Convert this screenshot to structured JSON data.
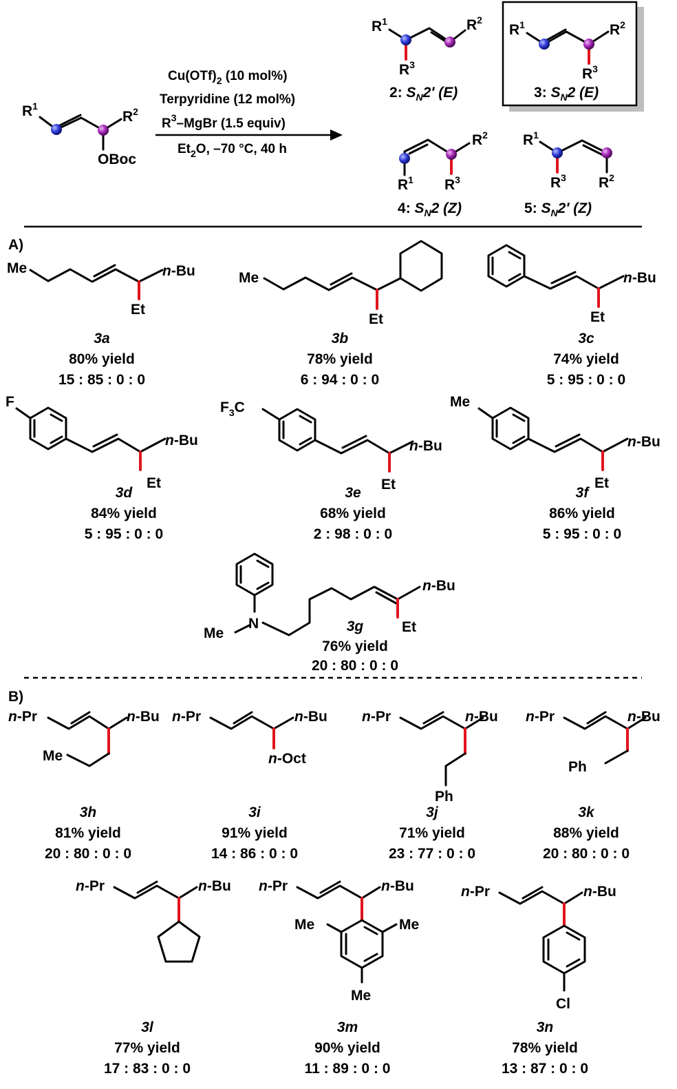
{
  "colors": {
    "bond": "#000000",
    "new_bond": "#e0141e",
    "atom_c1": "#2f3bd8",
    "atom_c3": "#a327b4"
  },
  "scheme": {
    "substrate": {
      "r1": "R",
      "r2": "R",
      "leaving": "OBoc"
    },
    "conditions": {
      "line1": "Cu(OTf)",
      "line1_sub": "2",
      "line1_rest": " (10 mol%)",
      "line2": "Terpyridine (12 mol%)",
      "line3_a": "R",
      "line3_sup": "3",
      "line3_b": "–MgBr (1.5 equiv)",
      "line4_a": "Et",
      "line4_sub": "2",
      "line4_b": "O, –70 °C, 40 h"
    },
    "products": [
      {
        "num": "2",
        "mech": "S",
        "mech_sub": "N",
        "mech_rest": "2′ (E)"
      },
      {
        "num": "3",
        "mech": "S",
        "mech_sub": "N",
        "mech_rest": "2 (E)"
      },
      {
        "num": "4",
        "mech": "S",
        "mech_sub": "N",
        "mech_rest": "2 (Z)"
      },
      {
        "num": "5",
        "mech": "S",
        "mech_sub": "N",
        "mech_rest": "2′ (Z)"
      }
    ]
  },
  "section_a": {
    "label": "A)",
    "compounds": [
      {
        "id": "3a",
        "yield": "80% yield",
        "ratio": "15 : 85 : 0 :  0"
      },
      {
        "id": "3b",
        "yield": "78% yield",
        "ratio": "6 : 94 : 0 : 0"
      },
      {
        "id": "3c",
        "yield": "74% yield",
        "ratio": "5 : 95 : 0 :  0"
      },
      {
        "id": "3d",
        "yield": "84% yield",
        "ratio": "5 : 95 : 0 :  0"
      },
      {
        "id": "3e",
        "yield": "68% yield",
        "ratio": "2 : 98 : 0 :  0"
      },
      {
        "id": "3f",
        "yield": "86% yield",
        "ratio": "5 : 95 : 0 :  0"
      },
      {
        "id": "3g",
        "yield": "76% yield",
        "ratio": "20 : 80 : 0 :  0"
      }
    ]
  },
  "section_b": {
    "label": "B)",
    "compounds": [
      {
        "id": "3h",
        "yield": "81% yield",
        "ratio": "20 : 80 : 0 :  0"
      },
      {
        "id": "3i",
        "yield": "91% yield",
        "ratio": "14 : 86 : 0 :  0"
      },
      {
        "id": "3j",
        "yield": "71% yield",
        "ratio": "23 : 77 : 0 : 0"
      },
      {
        "id": "3k",
        "yield": "88% yield",
        "ratio": "20 : 80 : 0 : 0"
      },
      {
        "id": "3l",
        "yield": "77% yield",
        "ratio": "17 : 83 : 0 :  0"
      },
      {
        "id": "3m",
        "yield": "90% yield",
        "ratio": "11 : 89 : 0 : 0"
      },
      {
        "id": "3n",
        "yield": "78% yield",
        "ratio": "13 : 87 : 0 :  0"
      }
    ]
  },
  "atoms": {
    "me": "Me",
    "et": "Et",
    "nbu_n": "n",
    "nbu_rest": "-Bu",
    "npr_rest": "-Pr",
    "oct_rest": "-Oct",
    "ph": "Ph",
    "f": "F",
    "cl": "Cl",
    "n": "N",
    "cf3_a": "F",
    "cf3_sub": "3",
    "cf3_b": "C",
    "r": "R",
    "sup1": "1",
    "sup2": "2",
    "sup3": "3"
  }
}
